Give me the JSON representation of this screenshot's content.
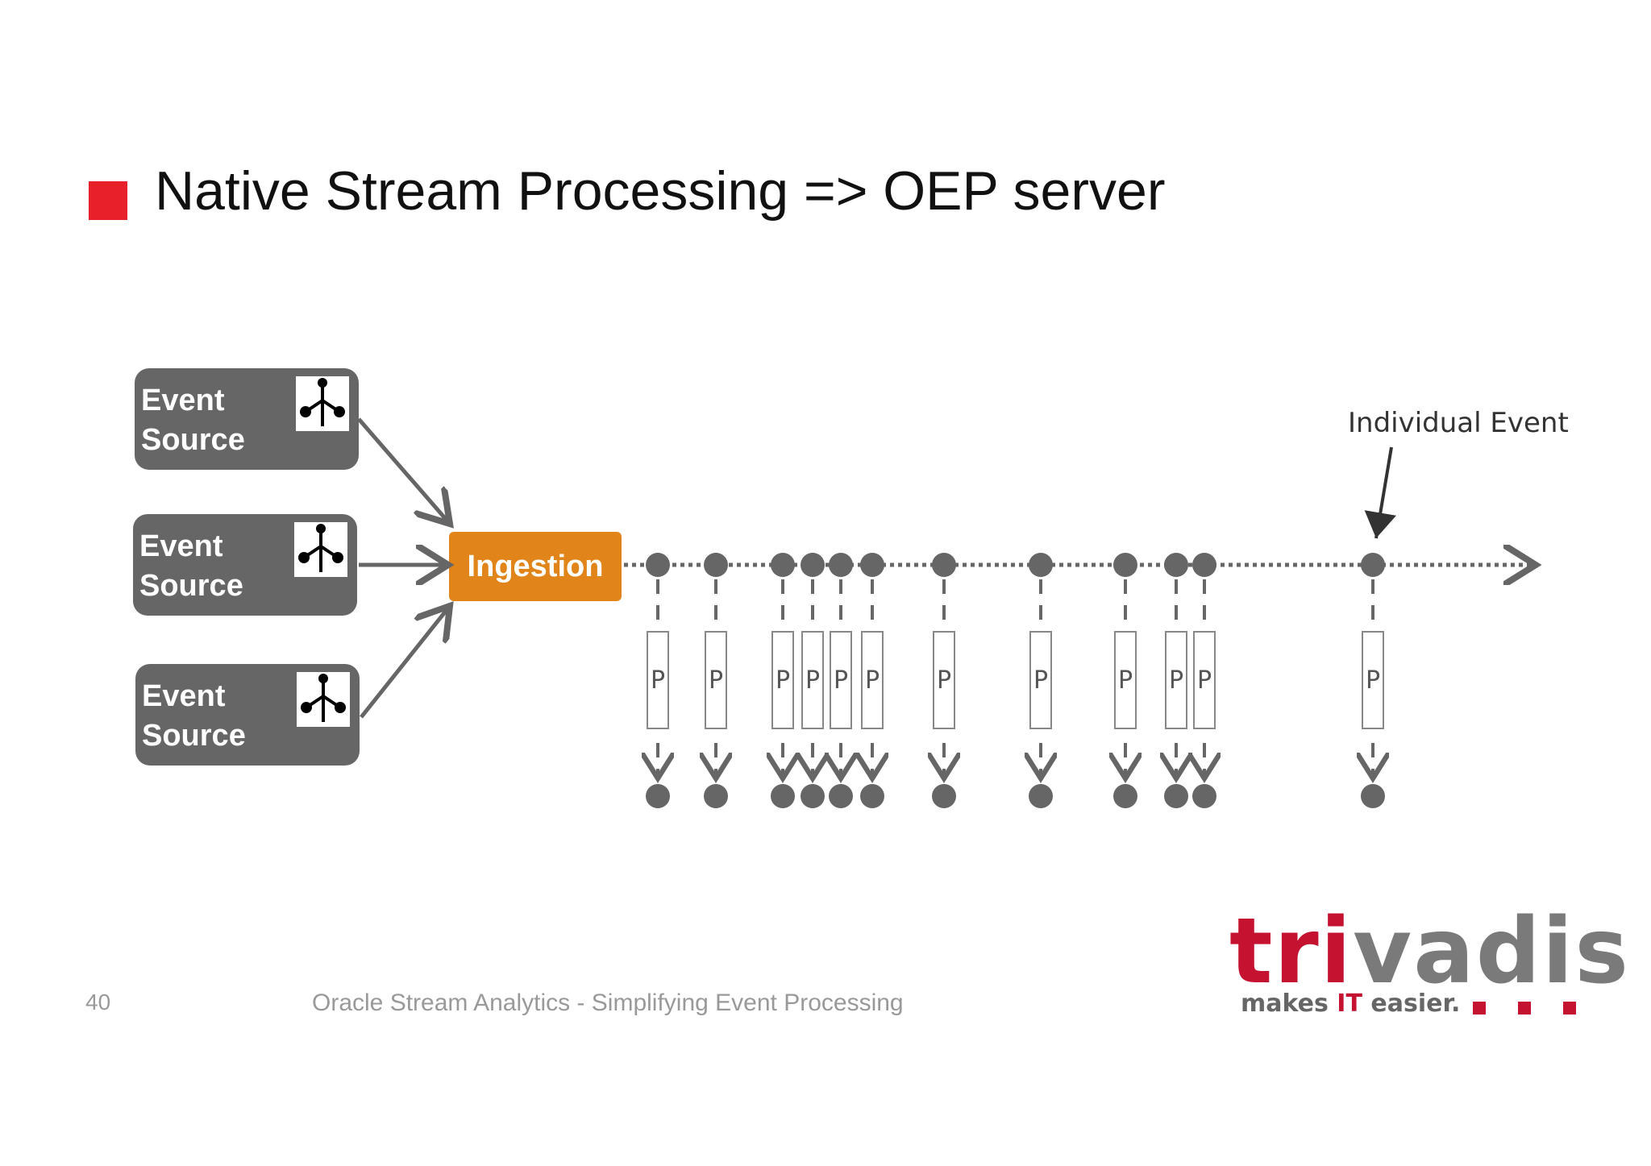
{
  "slide": {
    "title": "Native Stream Processing => OEP server",
    "page_number": "40",
    "footer": "Oracle Stream Analytics - Simplifying Event Processing"
  },
  "diagram": {
    "sources": [
      {
        "label_line1": "Event",
        "label_line2": "Source",
        "icon": "event-source-tree-icon"
      },
      {
        "label_line1": "Event",
        "label_line2": "Source",
        "icon": "event-source-tree-icon"
      },
      {
        "label_line1": "Event",
        "label_line2": "Source",
        "icon": "event-source-tree-icon"
      }
    ],
    "ingestion_label": "Ingestion",
    "processor_label": "P",
    "annotation": "Individual Event",
    "colors": {
      "source_box": "#666666",
      "ingestion": "#e18419",
      "event": "#666666",
      "accent_red": "#e8202a"
    }
  },
  "logo": {
    "word_part1": "t",
    "word_part2": "ri",
    "word_part3": "vadis",
    "tagline_part1": "makes ",
    "tagline_part2": "IT",
    "tagline_part3": " easier."
  }
}
